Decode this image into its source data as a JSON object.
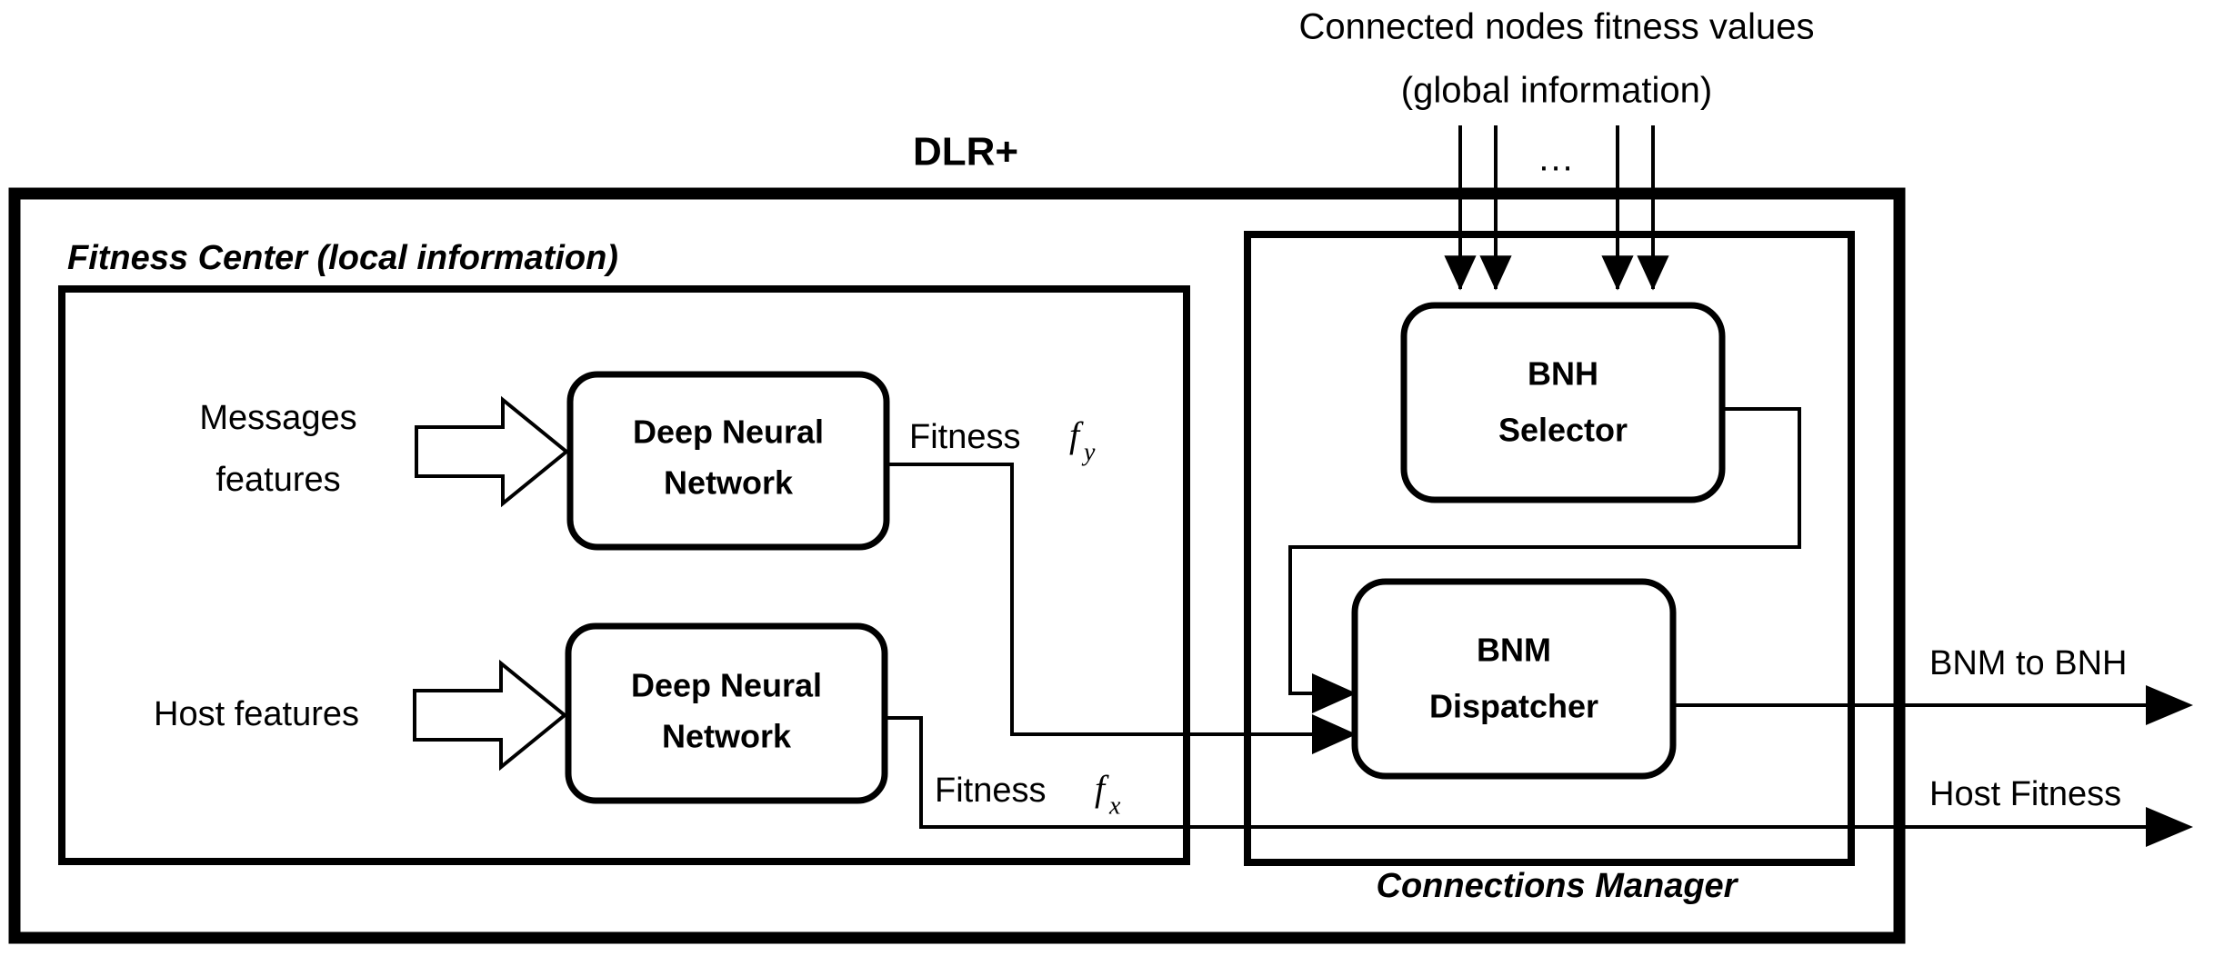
{
  "diagram": {
    "title": "DLR+",
    "top_caption_line1": "Connected nodes fitness values",
    "top_caption_line2": "(global information)",
    "ellipsis": "...",
    "fitness_center_label": "Fitness Center (local information)",
    "connections_manager_label": "Connections Manager",
    "inputs": [
      {
        "line1": "Messages",
        "line2": "features"
      },
      {
        "line1": "Host features",
        "line2": ""
      }
    ],
    "dnn_boxes": [
      {
        "line1": "Deep Neural",
        "line2": "Network"
      },
      {
        "line1": "Deep Neural",
        "line2": "Network"
      }
    ],
    "fitness_labels": [
      {
        "text": "Fitness",
        "symbol": "f",
        "subscript": "y"
      },
      {
        "text": "Fitness",
        "symbol": "f",
        "subscript": "x"
      }
    ],
    "manager_boxes": [
      {
        "line1": "BNH",
        "line2": "Selector"
      },
      {
        "line1": "BNM",
        "line2": "Dispatcher"
      }
    ],
    "outputs": [
      {
        "label": "BNM to BNH"
      },
      {
        "label": "Host Fitness"
      }
    ],
    "colors": {
      "stroke": "#000000",
      "background": "#ffffff"
    }
  }
}
